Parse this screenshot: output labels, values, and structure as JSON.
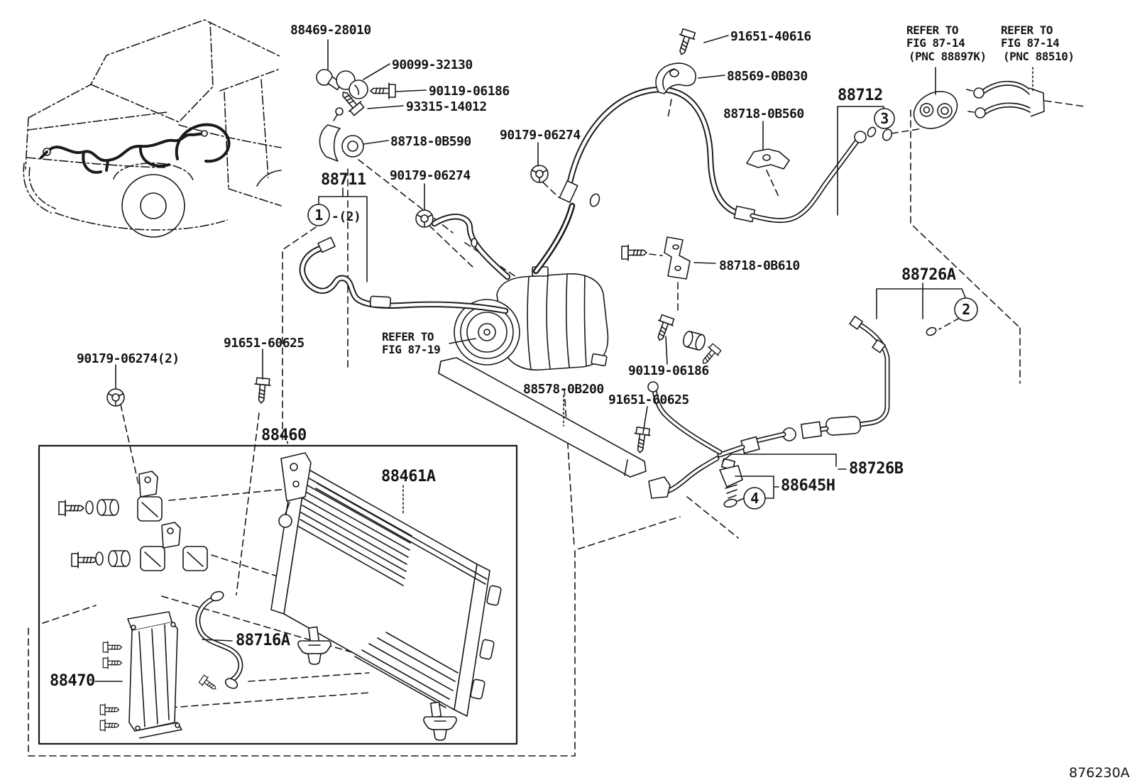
{
  "figure_code": "876230A",
  "colors": {
    "ink": "#1a1a1a",
    "background": "#ffffff"
  },
  "labels": {
    "l_88469_28010": "88469-28010",
    "l_90099_32130": "90099-32130",
    "l_90119_06186_top": "90119-06186",
    "l_93315_14012": "93315-14012",
    "l_88718_0b590": "88718-0B590",
    "l_88711": "88711",
    "l_90179_06274_hose": "90179-06274",
    "l_90179_06274_mid": "90179-06274",
    "l_91651_40616": "91651-40616",
    "l_88569_0b030": "88569-0B030",
    "l_88718_0b560": "88718-0B560",
    "l_88712": "88712",
    "l_88718_0b610": "88718-0B610",
    "l_88726a": "88726A",
    "l_90119_06186_mid": "90119-06186",
    "l_88578_0b200": "88578-0B200",
    "l_91651_60625_mid": "91651-60625",
    "l_90179_06274_x2": "90179-06274(2)",
    "l_91651_60625_left": "91651-60625",
    "l_88460": "88460",
    "l_88461a": "88461A",
    "l_88726b": "88726B",
    "l_88645h": "88645H",
    "l_88716a": "88716A",
    "l_88470": "88470"
  },
  "references": {
    "fig_87_14_left": {
      "line1": "REFER TO",
      "line2": "FIG 87-14",
      "line3": "(PNC 88897K)"
    },
    "fig_87_14_right": {
      "line1": "REFER TO",
      "line2": "FIG 87-14",
      "line3": "(PNC 88510)"
    },
    "fig_87_19": {
      "line1": "REFER TO",
      "line2": "FIG 87-19"
    }
  },
  "callouts": {
    "no1": "1",
    "no1_qty": "-(2)",
    "no2": "2",
    "no3": "3",
    "no4": "4"
  }
}
